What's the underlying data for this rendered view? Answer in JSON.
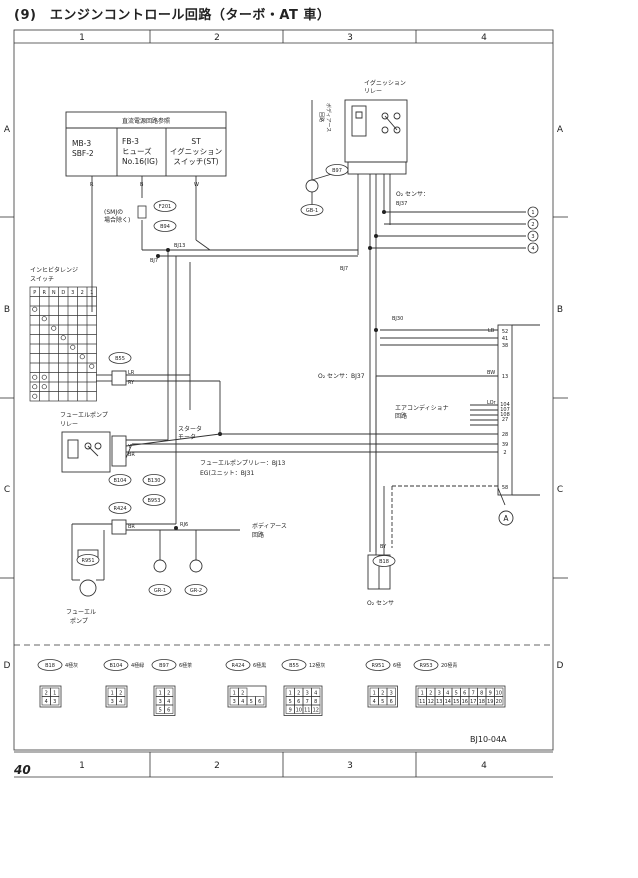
{
  "header": {
    "title": "(9)　エンジンコントロール回路（ターボ・AT 車）"
  },
  "footer": {
    "page_number": "40",
    "drawing_code": "BJ10-04A"
  },
  "frame": {
    "columns": [
      "1",
      "2",
      "3",
      "4"
    ],
    "rows": [
      "A",
      "B",
      "C",
      "D"
    ]
  },
  "reference_box": {
    "heading": "直流電源回路参照",
    "cell1": [
      "MB-3",
      "SBF-2"
    ],
    "cell2": [
      "FB-3",
      "ヒューズ",
      "No.16(IG)"
    ],
    "cell3": [
      "ST",
      "イグニッション",
      "スイッチ(ST)"
    ]
  },
  "ignition_relay": {
    "label": [
      "イグニッション",
      "リレー"
    ]
  },
  "labels": {
    "body_earth": [
      "ボディアース",
      "回路"
    ],
    "body_earth2": [
      "ボディアース",
      "回路"
    ],
    "smj": [
      "(SMJの",
      "場合除く)"
    ],
    "inhibitor": [
      "インヒビタレンジ",
      "スイッチ"
    ],
    "fuel_pump_relay": [
      "フューエルポンプ",
      "リレー"
    ],
    "starter_motor": [
      "スタータ",
      "モータ"
    ],
    "fuel_pump_relay_note": "フューエルポンプリレー：BJ13",
    "eg_unit_note": "EG(ユニット：BJ31",
    "o2_sensor_top": "O₂ センサ：",
    "o2_sensor_top_code": "BJ37",
    "o2_sensor_mid": "O₂ センサ：BJ37",
    "o2_sensor_bottom": "O₂ センサ",
    "aircon": [
      "エアコンディショナ",
      "回路"
    ],
    "fuel_pump": [
      "フューエル",
      "ポンプ"
    ]
  },
  "inhibitor_table": {
    "headers": [
      "P",
      "R",
      "N",
      "D",
      "3",
      "2",
      "1"
    ]
  },
  "junctions": [
    "BJ13",
    "BJ7",
    "BJ7",
    "BJ30",
    "RJ6"
  ],
  "circle_refs": [
    "1",
    "2",
    "3",
    "4"
  ],
  "connector_tags": [
    "B97",
    "GB-1",
    "F201",
    "B94",
    "B55",
    "B104",
    "B130",
    "B953",
    "R424",
    "R951",
    "B18",
    "GR-1",
    "GR-2"
  ],
  "connector_pins_right": [
    "52",
    "41",
    "38",
    "13",
    "104",
    "107",
    "108",
    "27",
    "28",
    "39",
    "2",
    "58"
  ],
  "wire_colors": [
    "R",
    "B",
    "W",
    "LR",
    "RY",
    "LB",
    "BR",
    "Y",
    "LOr",
    "BR",
    "BW",
    "BY"
  ],
  "ref_a": "A",
  "connector_legend": [
    {
      "tag": "B18",
      "desc": "4極灰",
      "pins": [
        [
          "2",
          "1"
        ],
        [
          "4",
          "3"
        ]
      ]
    },
    {
      "tag": "B104",
      "desc": "4極緑",
      "pins": [
        [
          "1",
          "2"
        ],
        [
          "3",
          "4"
        ]
      ]
    },
    {
      "tag": "B97",
      "desc": "6極茶",
      "pins": [
        [
          "1",
          "2"
        ],
        [
          "3",
          "4"
        ],
        [
          "5",
          "6"
        ]
      ]
    },
    {
      "tag": "R424",
      "desc": "6極黒",
      "pins": [
        [
          "1",
          "2"
        ],
        [
          "3",
          "4",
          "5",
          "6"
        ]
      ]
    },
    {
      "tag": "B55",
      "desc": "12極灰",
      "pins": [
        [
          "1",
          "2",
          "3",
          "4"
        ],
        [
          "5",
          "6",
          "7",
          "8"
        ],
        [
          "9",
          "10",
          "11",
          "12"
        ]
      ]
    },
    {
      "tag": "R951",
      "desc": "6極",
      "pins": [
        [
          "1",
          "2",
          "3"
        ],
        [
          "4",
          "5",
          "6"
        ]
      ]
    },
    {
      "tag": "R953",
      "desc": "20極青",
      "pins": [
        [
          "1",
          "2",
          "3",
          "4",
          "5",
          "6",
          "7",
          "8",
          "9",
          "10"
        ],
        [
          "11",
          "12",
          "13",
          "14",
          "15",
          "16",
          "17",
          "18",
          "19",
          "20"
        ]
      ]
    }
  ]
}
